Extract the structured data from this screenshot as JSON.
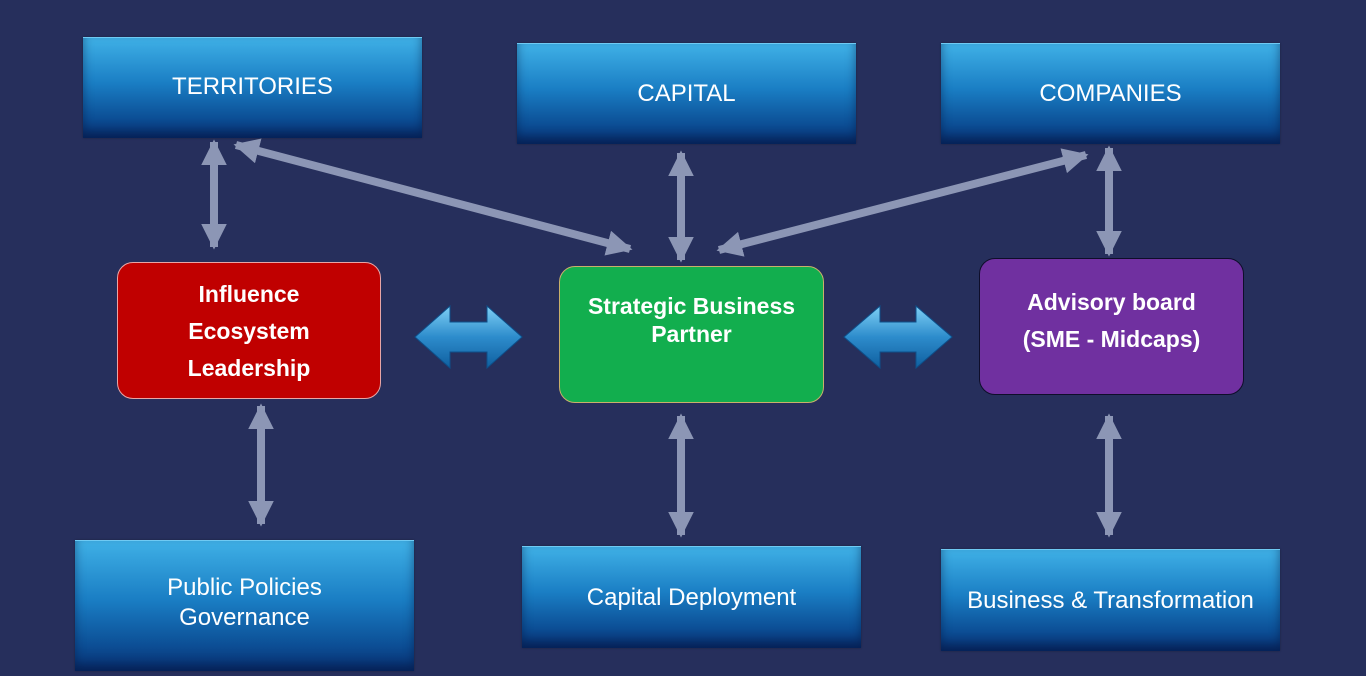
{
  "colors": {
    "background": "#262f5c",
    "arrow": "#8c96b5",
    "influence_fill": "#c00000",
    "strategic_fill": "#12ae4e",
    "advisory_fill": "#7030a0"
  },
  "top_boxes": {
    "territories": "TERRITORIES",
    "capital": "CAPITAL",
    "companies": "COMPANIES"
  },
  "middle_boxes": {
    "influence": "Influence\nEcosystem\nLeadership",
    "strategic": "Strategic Business\nPartner",
    "advisory": "Advisory board\n(SME - Midcaps)"
  },
  "bottom_boxes": {
    "public_policies": "Public Policies\nGovernance",
    "capital_deployment": "Capital Deployment",
    "business_transformation": "Business & Transformation"
  }
}
